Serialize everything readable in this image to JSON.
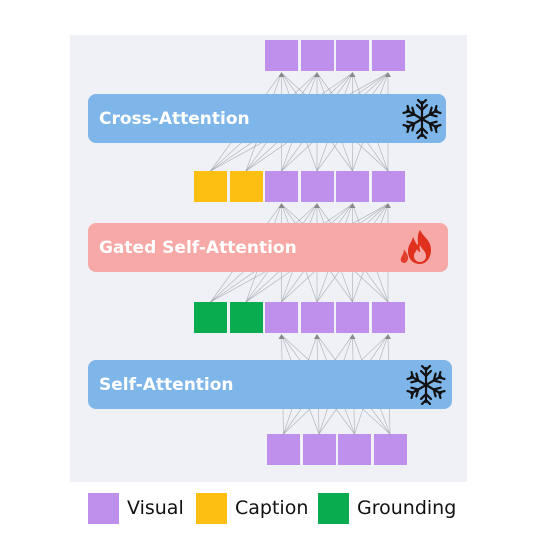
{
  "colors": {
    "visual": "#be90ec",
    "caption": "#fdbf12",
    "grounding": "#0aac50",
    "attention_blue": "#7fb6ea",
    "gated_red": "#f6a9a6",
    "panel_bg": "#f0f1f6"
  },
  "layers": [
    {
      "id": "cross",
      "label": "Cross-Attention",
      "icon": "snowflake-icon"
    },
    {
      "id": "gated",
      "label": "Gated Self-Attention",
      "icon": "fire-icon"
    },
    {
      "id": "self",
      "label": "Self-Attention",
      "icon": "snowflake-icon"
    }
  ],
  "token_rows": {
    "top": [
      "visual",
      "visual",
      "visual",
      "visual"
    ],
    "after_gated": [
      "caption",
      "caption",
      "visual",
      "visual",
      "visual",
      "visual"
    ],
    "after_self": [
      "grounding",
      "grounding",
      "visual",
      "visual",
      "visual",
      "visual"
    ],
    "bottom": [
      "visual",
      "visual",
      "visual",
      "visual"
    ]
  },
  "legend": [
    {
      "label": "Visual",
      "color_key": "visual"
    },
    {
      "label": "Caption",
      "color_key": "caption"
    },
    {
      "label": "Grounding",
      "color_key": "grounding"
    }
  ]
}
